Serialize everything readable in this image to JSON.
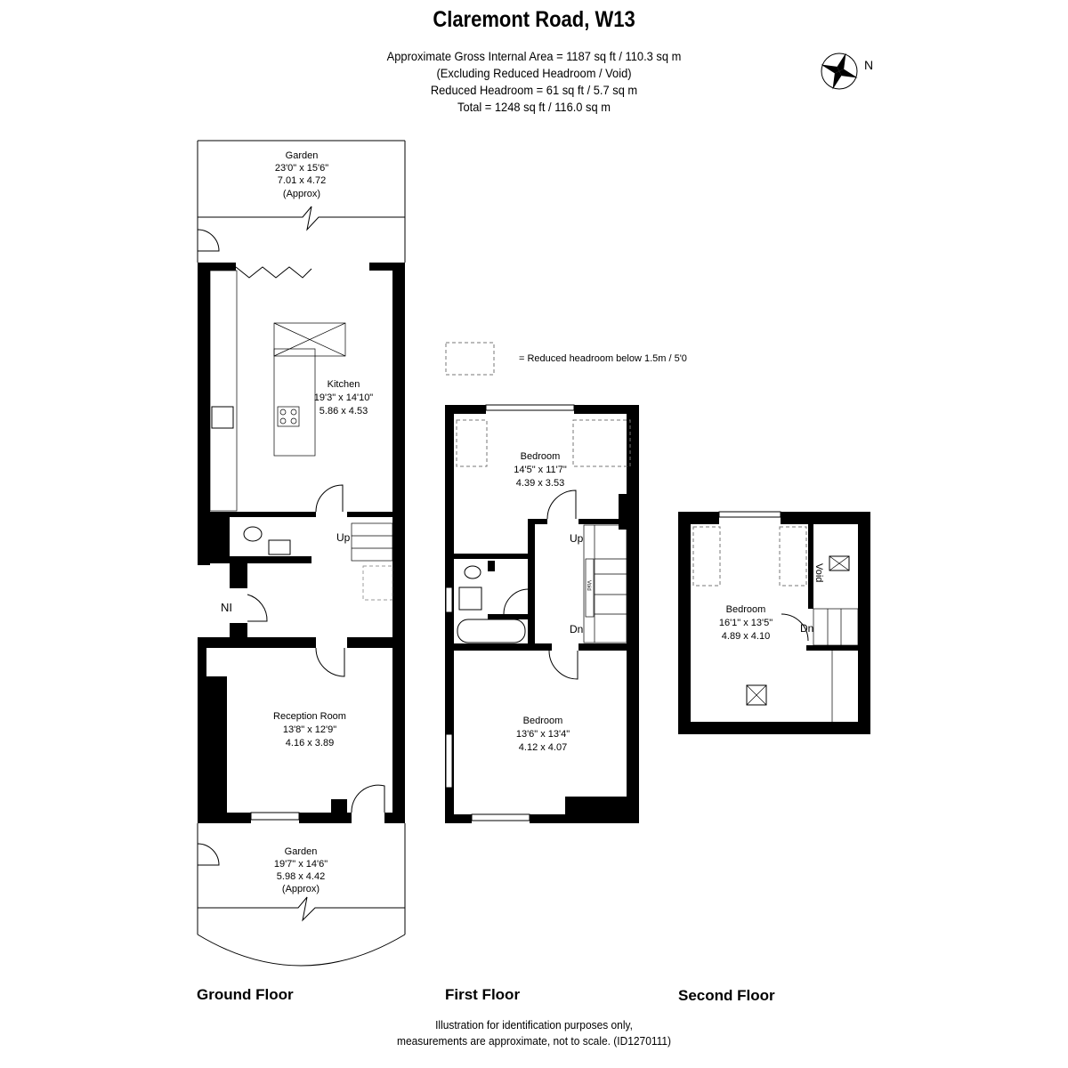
{
  "header": {
    "title": "Claremont Road, W13",
    "area_lines": [
      "Approximate Gross Internal Area =  1187 sq ft / 110.3 sq m",
      "(Excluding Reduced Headroom / Void)",
      "Reduced Headroom =  61 sq ft / 5.7 sq m",
      "Total = 1248 sq ft / 116.0 sq m"
    ],
    "compass_label": "N"
  },
  "legend": {
    "reduced_headroom": "= Reduced headroom below 1.5m / 5'0"
  },
  "ground_floor": {
    "label": "Ground Floor",
    "rear_garden": {
      "name": "Garden",
      "imperial": "23'0\" x 15'6\"",
      "metric": "7.01 x 4.72",
      "note": "(Approx)"
    },
    "kitchen": {
      "name": "Kitchen",
      "imperial": "19'3\" x 14'10\"",
      "metric": "5.86 x 4.53"
    },
    "stairs_label": "Up",
    "entrance_label": "NI",
    "reception": {
      "name": "Reception Room",
      "imperial": "13'8\" x 12'9\"",
      "metric": "4.16 x 3.89"
    },
    "front_garden": {
      "name": "Garden",
      "imperial": "19'7\" x 14'6\"",
      "metric": "5.98 x 4.42",
      "note": "(Approx)"
    }
  },
  "first_floor": {
    "label": "First Floor",
    "bedroom_rear": {
      "name": "Bedroom",
      "imperial": "14'5\" x 11'7\"",
      "metric": "4.39 x 3.53"
    },
    "bedroom_front": {
      "name": "Bedroom",
      "imperial": "13'6\" x 13'4\"",
      "metric": "4.12 x 4.07"
    },
    "up_label": "Up",
    "dn_label": "Dn",
    "void_label": "Void"
  },
  "second_floor": {
    "label": "Second Floor",
    "bedroom": {
      "name": "Bedroom",
      "imperial": "16'1\" x 13'5\"",
      "metric": "4.89 x 4.10"
    },
    "void_label": "Void",
    "dn_label": "Dn"
  },
  "footer": {
    "line1": "Illustration for identification purposes only,",
    "line2": "measurements are approximate, not to scale. (ID1270111)"
  }
}
